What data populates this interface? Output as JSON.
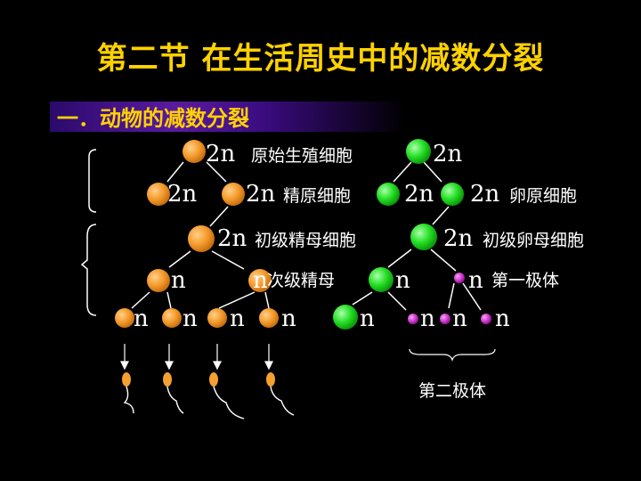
{
  "title": "第二节   在生活周史中的减数分裂",
  "subtitle": "一．动物的减数分裂",
  "colors": {
    "male_cell": "#f49a2a",
    "female_cell": "#22dd22",
    "polar_body": "#cc33cc",
    "title": "#ffd200",
    "sperm": "#f4a030"
  },
  "male": {
    "primordial": {
      "ploidy": "2n",
      "name": "原始生殖细胞"
    },
    "spermatogonia_left": {
      "ploidy": "2n"
    },
    "spermatogonium": {
      "ploidy": "2n",
      "name": "精原细胞"
    },
    "primary_spermatocyte": {
      "ploidy": "2n",
      "name": "初级精母细胞"
    },
    "secondary_left": {
      "ploidy": "n"
    },
    "secondary_right": {
      "ploidy": "n",
      "name": "次级精母"
    },
    "spermatids": [
      "n",
      "n",
      "n",
      "n"
    ]
  },
  "female": {
    "primordial": {
      "ploidy": "2n"
    },
    "oogonium_left": {
      "ploidy": "2n"
    },
    "oogonium": {
      "ploidy": "2n",
      "name": "卵原细胞"
    },
    "primary_oocyte": {
      "ploidy": "2n",
      "name": "初级卵母细胞"
    },
    "secondary_oocyte": {
      "ploidy": "n"
    },
    "first_polar": {
      "ploidy": "n",
      "name": "第一极体"
    },
    "final": [
      "n",
      "n",
      "n",
      "n"
    ],
    "second_polar_label": "第二极体"
  }
}
